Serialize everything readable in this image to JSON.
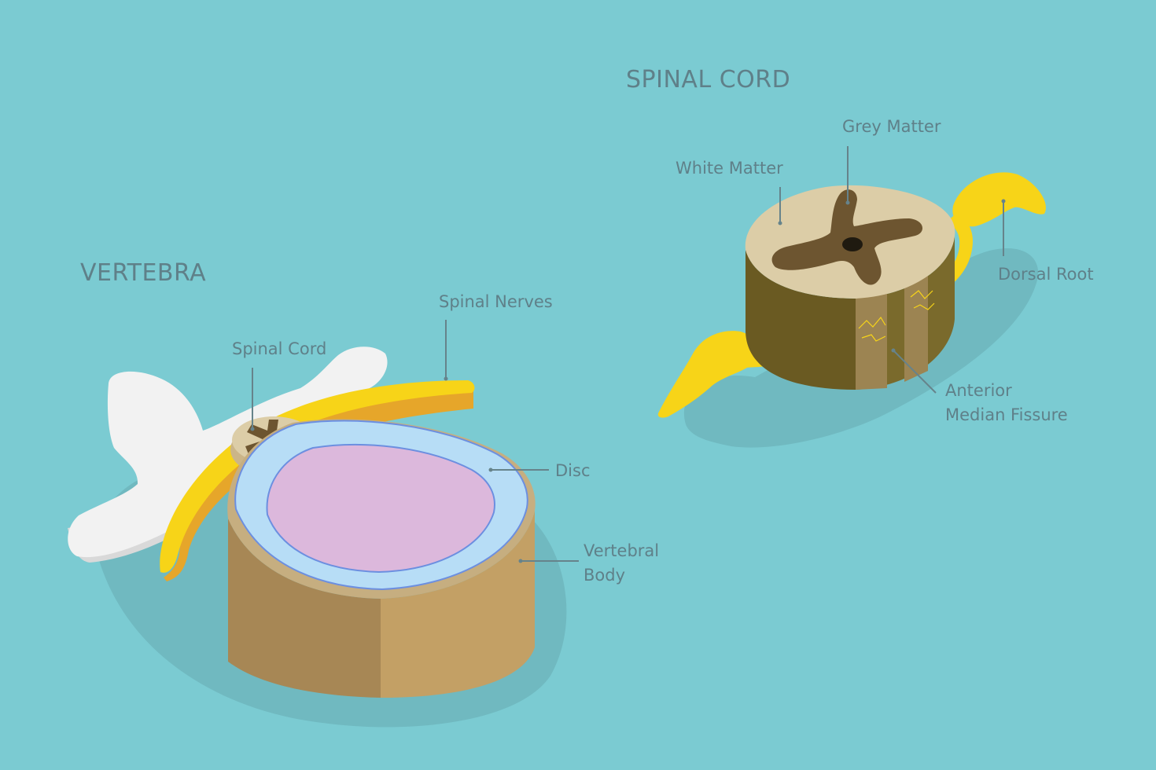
{
  "colors": {
    "background": "#7bcbd2",
    "shadow": "#70b9c0",
    "label_text": "#5f8089",
    "leader_line": "#66838b",
    "nerve_yellow": "#f7d418",
    "bone_white": "#f2f2f2",
    "body_left": "#a78755",
    "body_right": "#c3a065",
    "disc_outer": "#b7ddf6",
    "disc_inner": "#dcb8dc",
    "white_matter": "#dccda7",
    "grey_matter": "#6d5530",
    "cord_side": "#6a5a22"
  },
  "titles": {
    "vertebra": "VERTEBRA",
    "spinal_cord": "SPINAL CORD"
  },
  "labels": {
    "spinal_nerves": "Spinal Nerves",
    "spinal_cord": "Spinal Cord",
    "disc": "Disc",
    "vertebral_body_line1": "Vertebral",
    "vertebral_body_line2": "Body",
    "grey_matter": "Grey Matter",
    "white_matter": "White Matter",
    "dorsal_root": "Dorsal Root",
    "anterior_median_fissure_line1": "Anterior",
    "anterior_median_fissure_line2": "Median Fissure"
  }
}
